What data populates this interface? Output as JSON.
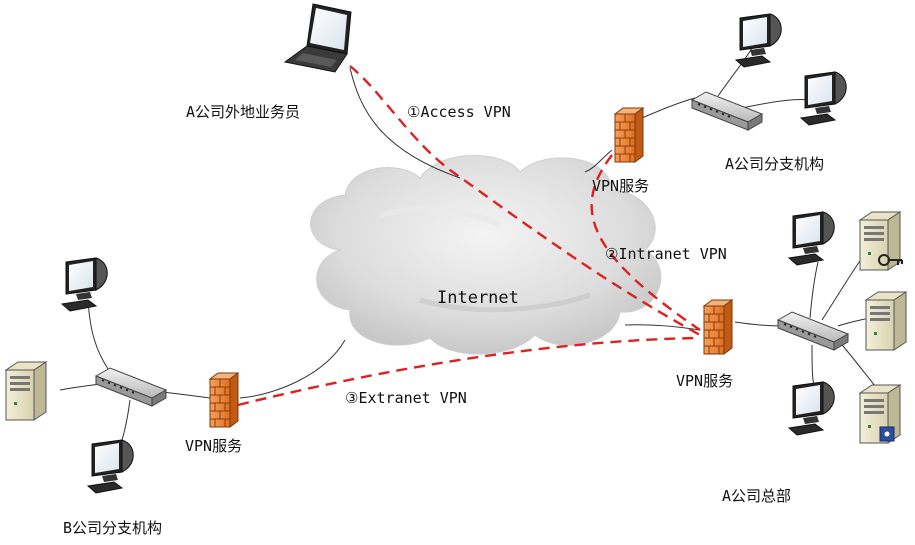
{
  "diagram": {
    "cloud_label": "Internet",
    "nodes": {
      "remote_user": "A公司外地业务员",
      "branch_a": "A公司分支机构",
      "branch_a_vpn": "VPN服务",
      "hq": "A公司总部",
      "hq_vpn": "VPN服务",
      "branch_b": "B公司分支机构",
      "branch_b_vpn": "VPN服务"
    },
    "links": {
      "access": "①Access VPN",
      "intranet": "②Intranet VPN",
      "extranet": "③Extranet VPN"
    },
    "colors": {
      "vpn_tunnel": "#e02020",
      "firewall": "#f08a3c",
      "cloud": "#d8d8d8",
      "wire": "#333333"
    }
  }
}
